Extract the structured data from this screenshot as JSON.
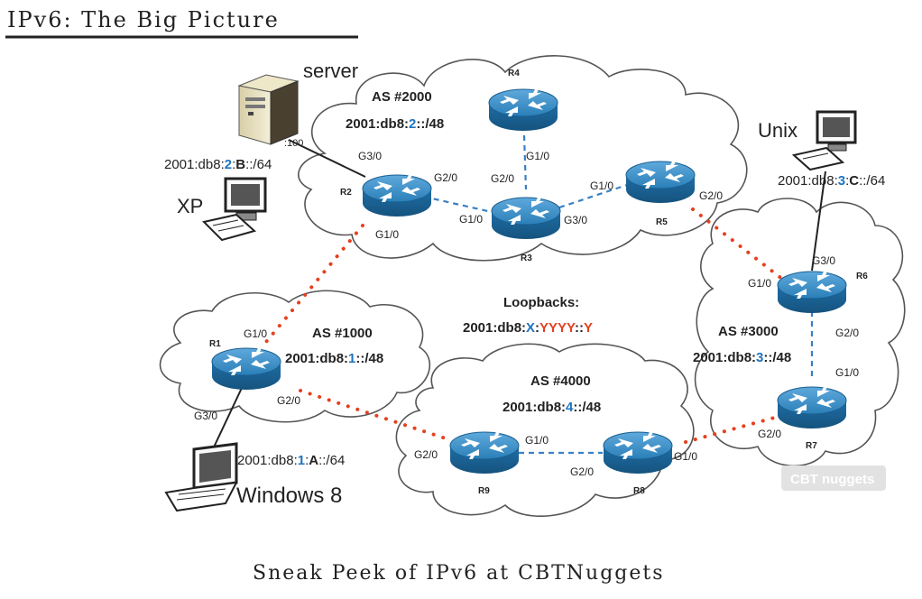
{
  "header": {
    "title": "IPv6: The Big Picture"
  },
  "footer": {
    "caption": "Sneak Peek of IPv6 at CBTNuggets"
  },
  "watermark": {
    "text": "CBT nuggets"
  },
  "colors": {
    "router_blue": "#2a7fb8",
    "link_blue": "#3a7fc4",
    "link_red": "#e5401f",
    "prefix_blue": "#1e74bf",
    "prefix_red": "#e5401f"
  },
  "clouds": {
    "as2000": {
      "name": "AS #2000",
      "prefix_a": "2001:db8:",
      "prefix_b": "2",
      "prefix_c": "::/48"
    },
    "as1000": {
      "name": "AS #1000",
      "prefix_a": "2001:db8:",
      "prefix_b": "1",
      "prefix_c": "::/48"
    },
    "as4000": {
      "name": "AS #4000",
      "prefix_a": "2001:db8:",
      "prefix_b": "4",
      "prefix_c": "::/48"
    },
    "as3000": {
      "name": "AS #3000",
      "prefix_a": "2001:db8:",
      "prefix_b": "3",
      "prefix_c": "::/48"
    }
  },
  "loopbacks": {
    "label": "Loopbacks:",
    "a": "2001:db8:",
    "b": "X",
    "c": ":",
    "d": "YYYY",
    "e": "::",
    "f": "Y"
  },
  "routers": {
    "R1": {
      "label": "R1",
      "ifaces": [
        "G1/0",
        "G2/0",
        "G3/0"
      ]
    },
    "R2": {
      "label": "R2",
      "ifaces": [
        "G3/0",
        "G2/0",
        "G1/0"
      ]
    },
    "R3": {
      "label": "R3",
      "ifaces": [
        "G2/0",
        "G1/0",
        "G3/0"
      ]
    },
    "R4": {
      "label": "R4",
      "ifaces": [
        "G1/0"
      ]
    },
    "R5": {
      "label": "R5",
      "ifaces": [
        "G1/0",
        "G2/0"
      ]
    },
    "R6": {
      "label": "R6",
      "ifaces": [
        "G3/0",
        "G1/0",
        "G2/0"
      ]
    },
    "R7": {
      "label": "R7",
      "ifaces": [
        "G1/0",
        "G2/0"
      ]
    },
    "R8": {
      "label": "R8",
      "ifaces": [
        "G2/0",
        "G1/0"
      ]
    },
    "R9": {
      "label": "R9",
      "ifaces": [
        "G2/0",
        "G1/0"
      ]
    }
  },
  "hosts": {
    "server": {
      "label": "server",
      "host_id": ":100",
      "icon": "server-icon"
    },
    "xp": {
      "label": "XP",
      "icon": "desktop-icon",
      "prefix_a": "2001:db8:",
      "prefix_b": "2",
      "prefix_c": ":",
      "prefix_d": "B",
      "prefix_e": "::/64"
    },
    "unix": {
      "label": "Unix",
      "icon": "desktop-icon",
      "prefix_a": "2001:db8:",
      "prefix_b": "3",
      "prefix_c": ":",
      "prefix_d": "C",
      "prefix_e": "::/64"
    },
    "win8": {
      "label": "Windows 8",
      "icon": "laptop-icon",
      "prefix_a": "2001:db8:",
      "prefix_b": "1",
      "prefix_c": ":",
      "prefix_d": "A",
      "prefix_e": "::/64"
    }
  }
}
